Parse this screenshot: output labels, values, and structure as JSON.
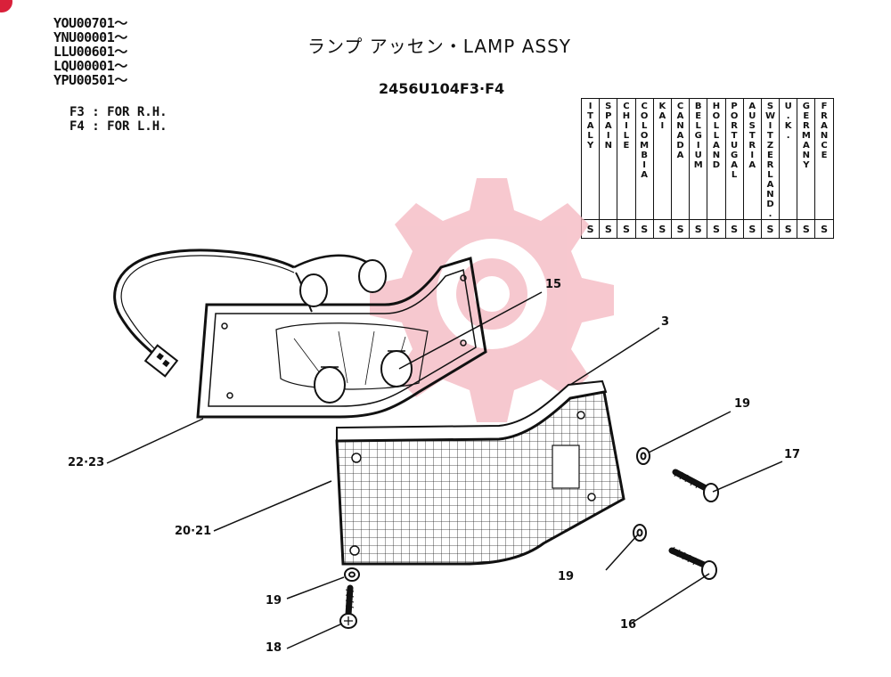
{
  "header": {
    "title": "ランプ アッセン・LAMP ASSY",
    "part_number": "2456U104F3·F4",
    "serials": [
      "YOU00701～",
      "YNU00001～",
      "LLU00601～",
      "LQU00001～",
      "YPU00501～"
    ],
    "variants": [
      "F3 : FOR R.H.",
      "F4 : FOR L.H."
    ]
  },
  "countries": [
    {
      "name": "ITALY",
      "mark": "S"
    },
    {
      "name": "SPAIN",
      "mark": "S"
    },
    {
      "name": "CHILE",
      "mark": "S"
    },
    {
      "name": "COLOMBIA",
      "mark": "S"
    },
    {
      "name": "KAI",
      "mark": "S"
    },
    {
      "name": "CANADA",
      "mark": "S"
    },
    {
      "name": "BELGIUM",
      "mark": "S"
    },
    {
      "name": "HOLLAND",
      "mark": "S"
    },
    {
      "name": "PORTUGAL",
      "mark": "S"
    },
    {
      "name": "AUSTRIA",
      "mark": "S"
    },
    {
      "name": "SWITZER LAND.",
      "mark": "S"
    },
    {
      "name": "U.K.",
      "mark": "S"
    },
    {
      "name": "GERMANY",
      "mark": "S"
    },
    {
      "name": "FRANCE",
      "mark": "S"
    }
  ],
  "callouts": {
    "c15": "15",
    "c3": "3",
    "c19a": "19",
    "c17": "17",
    "c22_23": "22·23",
    "c20_21": "20·21",
    "c19b": "19",
    "c19c": "19",
    "c16": "16",
    "c18": "18"
  },
  "colors": {
    "ink": "#111111",
    "watermark": "#f4b6bf",
    "badge": "#d9203a"
  }
}
